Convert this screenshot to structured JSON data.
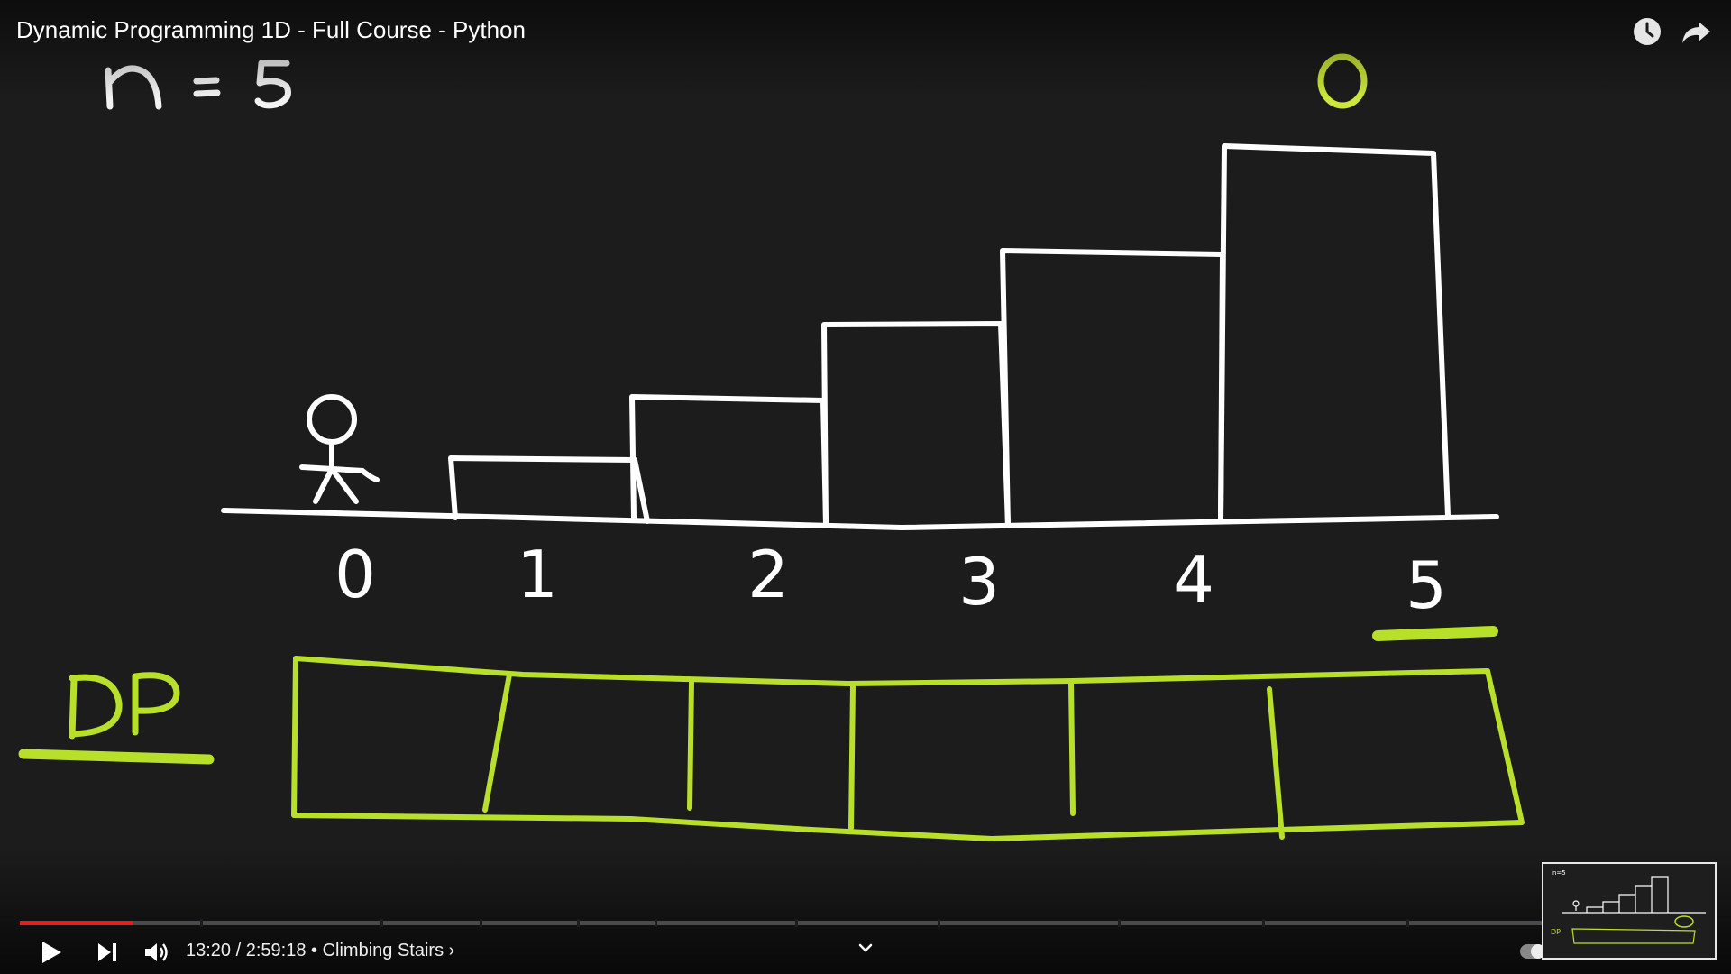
{
  "player": {
    "title": "Dynamic Programming 1D - Full Course - Python",
    "time_current": "13:20",
    "time_separator": " / ",
    "time_total": "2:59:18",
    "chapter_separator": " • ",
    "chapter_name": "Climbing Stairs",
    "chapter_arrow": "›",
    "progress_fraction": 0.0743,
    "colors": {
      "progress_played": "#e51e1e",
      "chalk_white": "#ffffff",
      "chalk_green": "#b8e02a"
    },
    "icons": [
      "clock-icon",
      "share-arrow-icon",
      "play-icon",
      "skip-next-icon",
      "volume-icon",
      "chevron-down-icon"
    ]
  },
  "board": {
    "n_label": "n = 5",
    "top_value": "0",
    "stair_labels": [
      "0",
      "1",
      "2",
      "3",
      "4",
      "5"
    ],
    "dp_label": "DP",
    "dp_cells": 6
  }
}
